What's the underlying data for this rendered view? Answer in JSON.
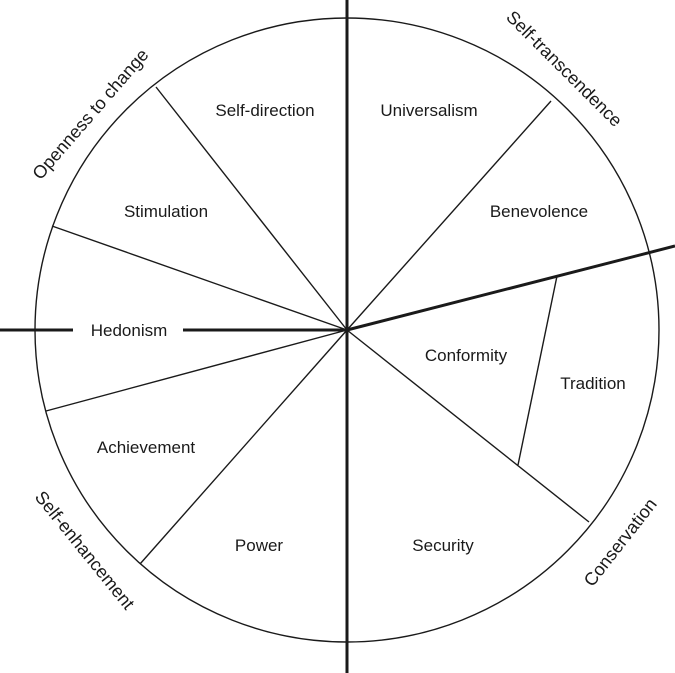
{
  "values": {
    "self_direction": "Self-direction",
    "universalism": "Universalism",
    "stimulation": "Stimulation",
    "benevolence": "Benevolence",
    "hedonism": "Hedonism",
    "conformity": "Conformity",
    "tradition": "Tradition",
    "achievement": "Achievement",
    "power": "Power",
    "security": "Security"
  },
  "dimensions": {
    "openness": "Openness to change",
    "self_transcendence": "Self-transcendence",
    "self_enhancement": "Self-enhancement",
    "conservation": "Conservation"
  }
}
